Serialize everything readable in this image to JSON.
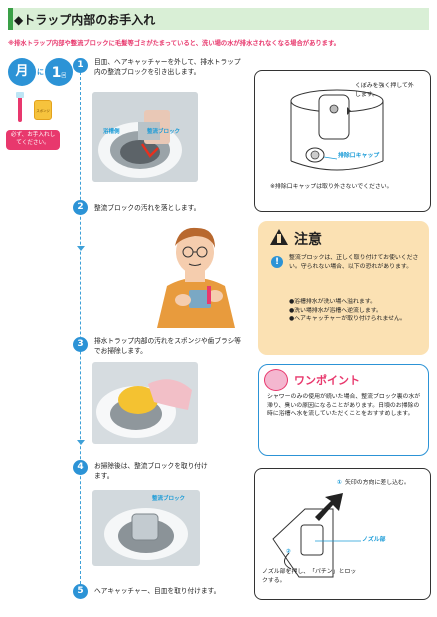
{
  "header": {
    "title": "◆トラップ内部のお手入れ"
  },
  "warning": "※排水トラップ内部や整流ブロックに毛髪等ゴミがたまっていると、洗い場の水が排水されなくなる場合があります。",
  "frequency": {
    "month": "月",
    "ni": "に",
    "count": "1",
    "kai": "回",
    "sponge_label": "スポンジ",
    "note": "必ず、お手入れしてください。"
  },
  "steps": [
    {
      "num": "1",
      "text": "目皿、ヘアキャッチャーを外して、排水トラップ内の整流ブロックを引き出します。"
    },
    {
      "num": "2",
      "text": "整流ブロックの汚れを落とします。"
    },
    {
      "num": "3",
      "text": "排水トラップ内部の汚れをスポンジや歯ブラシ等でお掃除します。"
    },
    {
      "num": "4",
      "text": "お掃除後は、整流ブロックを取り付けます。"
    },
    {
      "num": "5",
      "text": "ヘアキャッチャー、目皿を取り付けます。"
    }
  ],
  "photo1": {
    "label_a": "浴槽側",
    "label_b": "整流ブロック"
  },
  "diagram1": {
    "callout": "くぼみを強く押して外します。",
    "cap_label": "排除口キャップ",
    "note": "※排除口キャップは取り外さないでください。"
  },
  "caution": {
    "title": "注意",
    "text": "整流ブロックは、正しく取り付けてお使いください。守られない場合、以下の恐れがあります。",
    "bullets": [
      "浴槽排水が洗い場へ溢れます。",
      "洗い場排水が浴槽へ逆流します。",
      "ヘアキャッチャーが取り付けられません。"
    ]
  },
  "onepoint": {
    "title": "ワンポイント",
    "text": "シャワーのみの使用が続いた場合、整流ブロック裏の水が滞り、臭いの原因になることがあります。日頃のお掃除の時に浴槽へ水を流していただくことをおすすめします。"
  },
  "photo4": {
    "label": "整流ブロック"
  },
  "diagram4": {
    "m1": "①",
    "step_a": "矢印の方向に差し込む。",
    "nozzle": "ノズル部",
    "m2": "②",
    "step_b": "ノズル部を押し、「パチン」とロックする。"
  },
  "colors": {
    "accent": "#2c93d6",
    "green": "#3aa047",
    "pink": "#e8386d",
    "caution_bg": "#fbe1b3"
  }
}
